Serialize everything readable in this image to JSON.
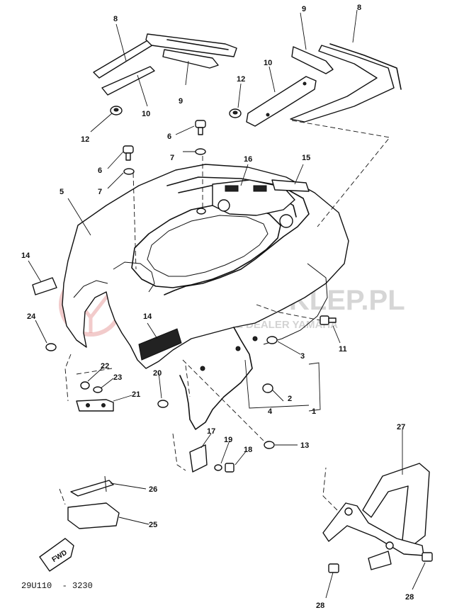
{
  "diagram": {
    "code": "29U110  - 3230",
    "watermark": {
      "title": "YAMAHA-SKLEP.PL",
      "subtitle": "WOJCIECHOWICZ DEALER YAMAHA"
    },
    "fwd_label": "FWD",
    "callouts": [
      {
        "id": "c8a",
        "label": "8"
      },
      {
        "id": "c9a",
        "label": "9"
      },
      {
        "id": "c8b",
        "label": "8"
      },
      {
        "id": "c10a",
        "label": "10"
      },
      {
        "id": "c12a",
        "label": "12"
      },
      {
        "id": "c9b",
        "label": "9"
      },
      {
        "id": "c10b",
        "label": "10"
      },
      {
        "id": "c12b",
        "label": "12"
      },
      {
        "id": "c6a",
        "label": "6"
      },
      {
        "id": "c7a",
        "label": "7"
      },
      {
        "id": "c16",
        "label": "16"
      },
      {
        "id": "c15",
        "label": "15"
      },
      {
        "id": "c6b",
        "label": "6"
      },
      {
        "id": "c7b",
        "label": "7"
      },
      {
        "id": "c5",
        "label": "5"
      },
      {
        "id": "c14a",
        "label": "14"
      },
      {
        "id": "c24",
        "label": "24"
      },
      {
        "id": "c14b",
        "label": "14"
      },
      {
        "id": "c11",
        "label": "11"
      },
      {
        "id": "c3",
        "label": "3"
      },
      {
        "id": "c22",
        "label": "22"
      },
      {
        "id": "c23",
        "label": "23"
      },
      {
        "id": "c20",
        "label": "20"
      },
      {
        "id": "c21",
        "label": "21"
      },
      {
        "id": "c2",
        "label": "2"
      },
      {
        "id": "c4",
        "label": "4"
      },
      {
        "id": "c1",
        "label": "1"
      },
      {
        "id": "c27",
        "label": "27"
      },
      {
        "id": "c17",
        "label": "17"
      },
      {
        "id": "c19",
        "label": "19"
      },
      {
        "id": "c18",
        "label": "18"
      },
      {
        "id": "c13",
        "label": "13"
      },
      {
        "id": "c26",
        "label": "26"
      },
      {
        "id": "c25",
        "label": "25"
      },
      {
        "id": "c28a",
        "label": "28"
      },
      {
        "id": "c28b",
        "label": "28"
      }
    ]
  }
}
